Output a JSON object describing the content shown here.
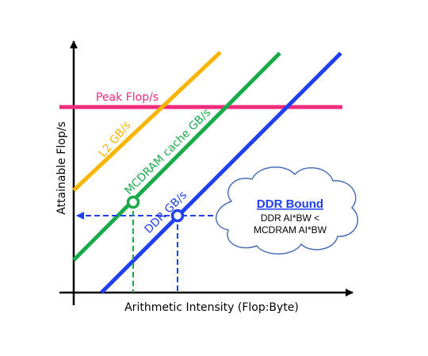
{
  "colors": {
    "peak": "#ef2b7c",
    "l2": "#f7b500",
    "mcdram": "#1aaa4a",
    "ddr": "#1f3ff0",
    "axis": "#000000",
    "cloud_stroke": "#4a6fb5"
  },
  "axes": {
    "x_label": "Arithmetic Intensity (Flop:Byte)",
    "y_label": "Attainable Flop/s"
  },
  "lines": {
    "peak_label": "Peak Flop/s",
    "l2_label": "L2 GB/s",
    "mcdram_label": "MCDRAM cache GB/s",
    "ddr_label": "DDR GB/s"
  },
  "callout": {
    "title": "DDR Bound",
    "line1": "DDR AI*BW <",
    "line2": "MCDRAM AI*BW"
  }
}
